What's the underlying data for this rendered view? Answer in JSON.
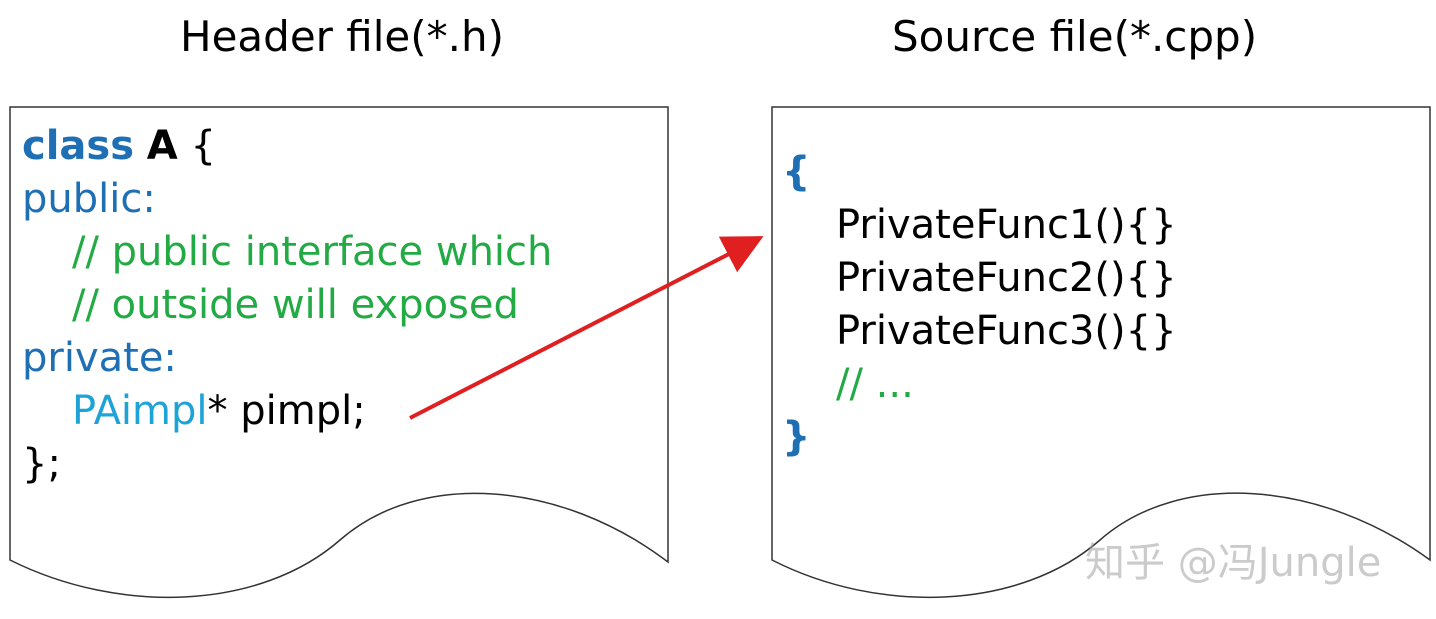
{
  "titles": {
    "header": "Header file(*.h)",
    "source": "Source file(*.cpp)"
  },
  "header_code": {
    "line1_kw": "class",
    "line1_name": "A",
    "line1_brace": "{",
    "line2": "public:",
    "line3": "// public interface which",
    "line4": "// outside will exposed",
    "line5": "private:",
    "line6_type": "PAimpl",
    "line6_rest": "* pimpl;",
    "line7": "};"
  },
  "source_code": {
    "open_brace": "{",
    "func1": "PrivateFunc1(){}",
    "func2": "PrivateFunc2(){}",
    "func3": "PrivateFunc3(){}",
    "comment": "// ...",
    "close_brace": "}"
  },
  "watermark": "知乎 @冯Jungle",
  "colors": {
    "keyword": "#1f6fb5",
    "type": "#1ea3d8",
    "comment": "#22aa44",
    "arrow": "#e02020"
  }
}
